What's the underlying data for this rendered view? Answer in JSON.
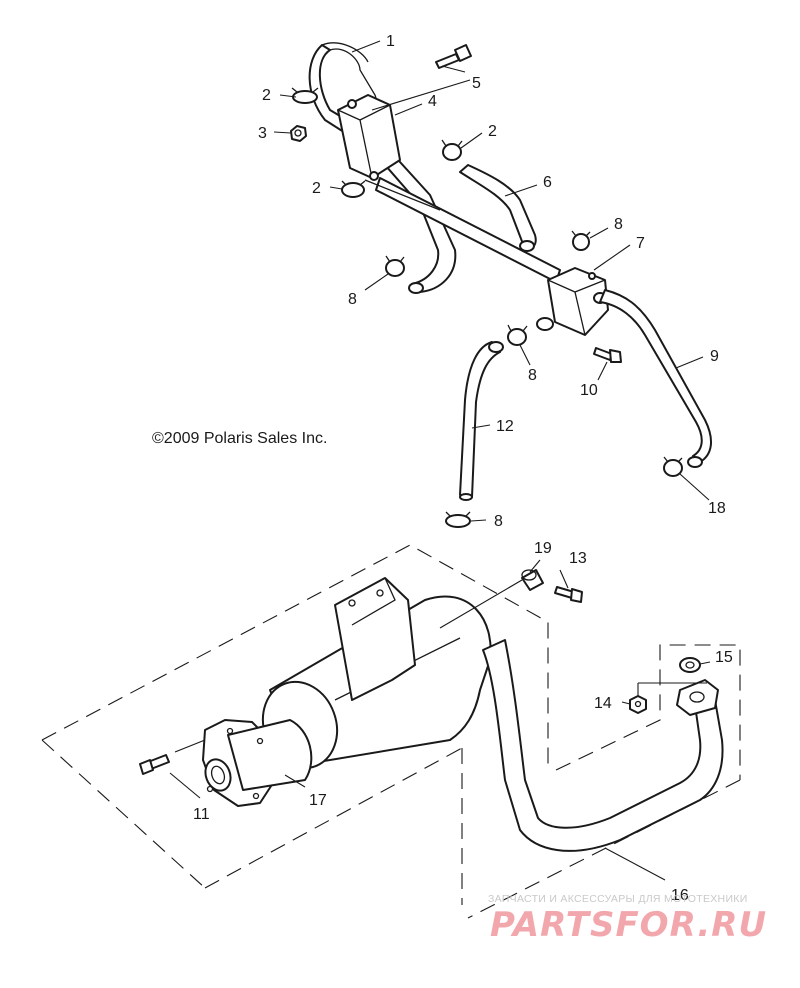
{
  "copyright": "©2009 Polaris Sales Inc.",
  "watermark": {
    "tagline": "ЗАПЧАСТИ И АКСЕССУАРЫ ДЛЯ МОТОТЕХНИКИ",
    "brand": "PARTSFOR.RU",
    "brand_color": "#f2a7ad"
  },
  "callouts": {
    "c1": "1",
    "c2a": "2",
    "c2b": "2",
    "c2c": "2",
    "c3": "3",
    "c4": "4",
    "c5": "5",
    "c6": "6",
    "c7": "7",
    "c8a": "8",
    "c8b": "8",
    "c8c": "8",
    "c8d": "8",
    "c9": "9",
    "c10": "10",
    "c11": "11",
    "c12": "12",
    "c13": "13",
    "c14": "14",
    "c15": "15",
    "c16": "16",
    "c17": "17",
    "c18": "18",
    "c19": "19"
  }
}
